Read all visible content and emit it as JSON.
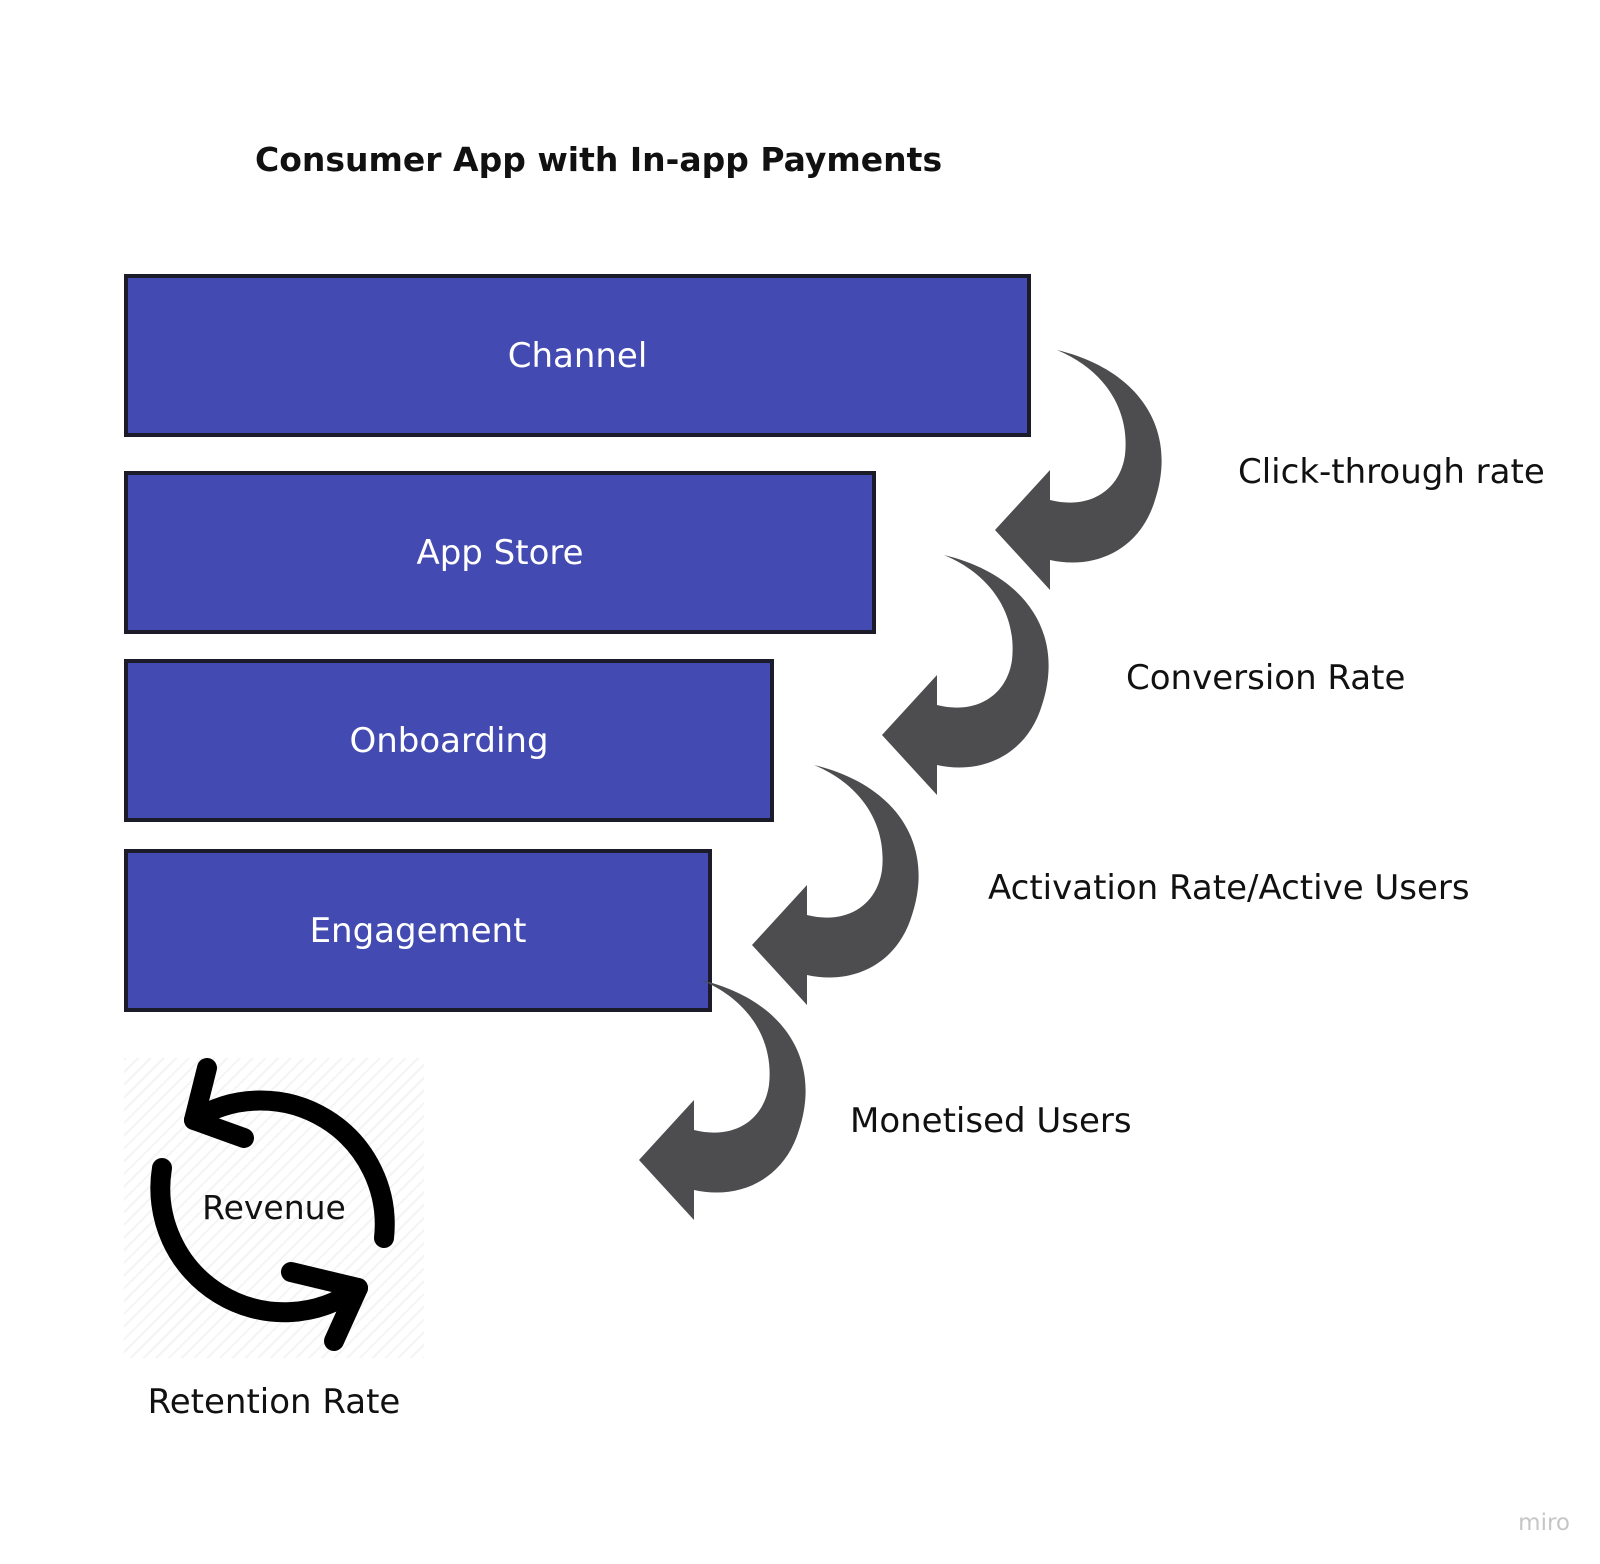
{
  "title": "Consumer App with In-app Payments",
  "colors": {
    "stage_fill": "#434ab1",
    "stage_text": "#ffffff",
    "arrow_fill": "#4d4d50",
    "cycle_stroke": "#000000"
  },
  "stages": [
    {
      "label": "Channel"
    },
    {
      "label": "App Store"
    },
    {
      "label": "Onboarding"
    },
    {
      "label": "Engagement"
    }
  ],
  "metrics": [
    {
      "label": "Click-through rate",
      "icon": "curved-arrow-icon"
    },
    {
      "label": "Conversion Rate",
      "icon": "curved-arrow-icon"
    },
    {
      "label": "Activation Rate/Active Users",
      "icon": "curved-arrow-icon"
    },
    {
      "label": "Monetised Users",
      "icon": "curved-arrow-icon"
    }
  ],
  "cycle": {
    "label": "Revenue",
    "icon": "refresh-cycle-icon",
    "caption": "Retention Rate"
  },
  "watermark": "miro"
}
